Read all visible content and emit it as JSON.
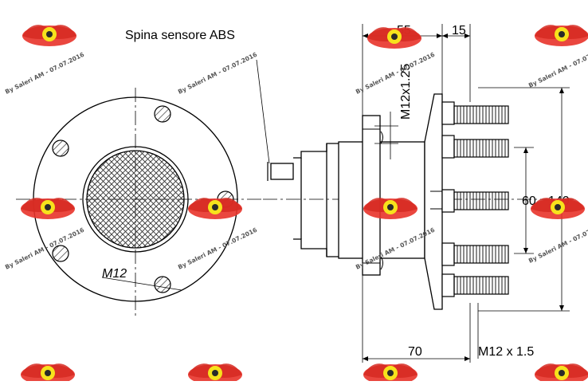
{
  "labels": {
    "abs_sensor": "Spina sensore ABS",
    "dim_55": "55",
    "dim_15": "15",
    "thread_top": "M12x1.25",
    "dim_60": "60",
    "dim_140": "140",
    "thread_left": "M12",
    "dim_70": "70",
    "stud_thread": "M12 x 1.5"
  },
  "watermark": {
    "text": "By Saleri AM - 07.07.2016",
    "color": "#e8332a"
  },
  "colors": {
    "line": "#000000",
    "background": "#ffffff",
    "hatch": "#444444"
  }
}
